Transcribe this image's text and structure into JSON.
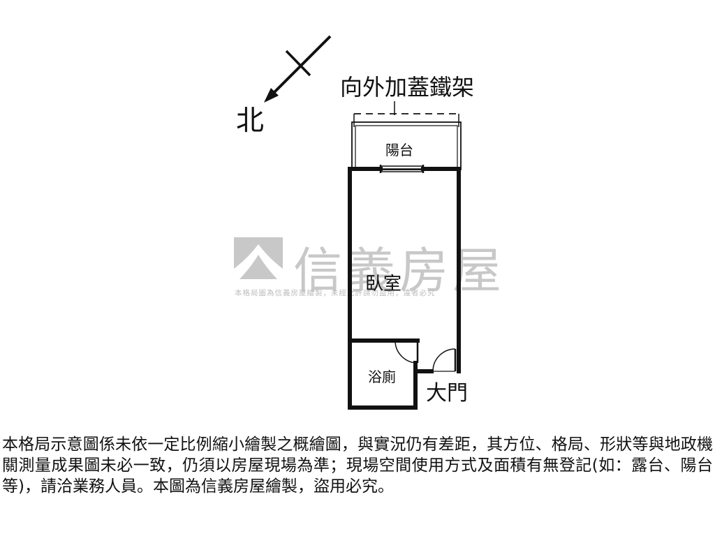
{
  "compass": {
    "label": "北",
    "icon": "north-arrow-icon"
  },
  "annotation": {
    "extension": "向外加蓋鐵架"
  },
  "rooms": {
    "balcony": "陽台",
    "bedroom": "臥室",
    "bathroom": "浴廁",
    "main_door": "大門"
  },
  "watermark": {
    "brand": "信義房屋",
    "notice": "本格局圖為信義房屋繪製，未經允許請勿盜用，違者必究",
    "logo_icon": "sinyi-logo-icon"
  },
  "disclaimer": "本格局示意圖係未依一定比例縮小繪製之概繪圖，與實況仍有差距，其方位、格局、形狀等與地政機關測量成果圖未必一致，仍須以房屋現場為準；現場空間使用方式及面積有無登記(如：露台、陽台等)，請洽業務人員。本圖為信義房屋繪製，盜用必究。",
  "colors": {
    "wall": "#111111",
    "watermark": "#c8c8c8",
    "background": "#ffffff"
  }
}
